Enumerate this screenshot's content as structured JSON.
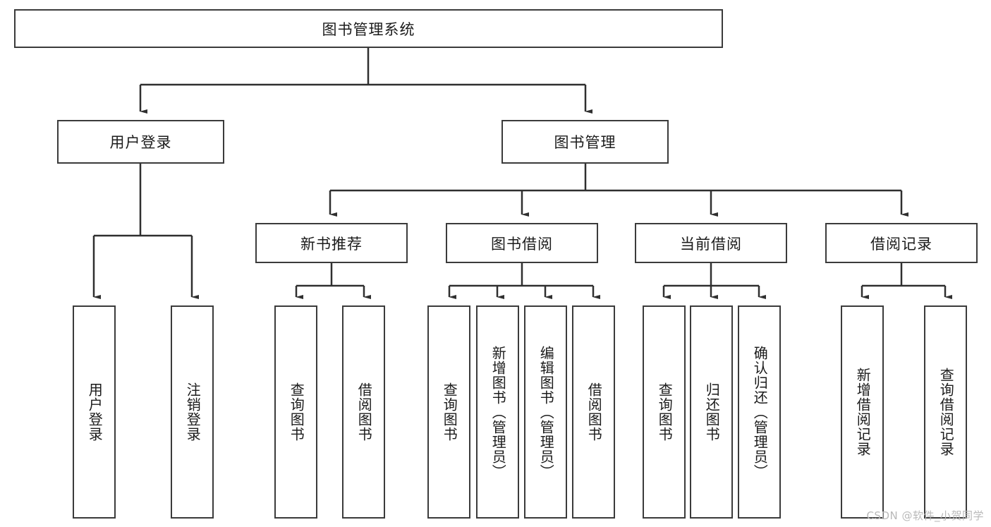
{
  "diagram": {
    "type": "tree",
    "title": "图书管理系统",
    "root": {
      "label": "图书管理系统"
    },
    "level1": [
      {
        "label": "用户登录"
      },
      {
        "label": "图书管理"
      }
    ],
    "level2": [
      {
        "label": "新书推荐"
      },
      {
        "label": "图书借阅"
      },
      {
        "label": "当前借阅"
      },
      {
        "label": "借阅记录"
      }
    ],
    "leaves": {
      "user_login": [
        {
          "label": "用户登录"
        },
        {
          "label": "注销登录"
        }
      ],
      "new_book_recommend": [
        {
          "label": "查询图书"
        },
        {
          "label": "借阅图书"
        }
      ],
      "book_borrow": [
        {
          "label": "查询图书"
        },
        {
          "label": "新增图书（管理员）"
        },
        {
          "label": "编辑图书（管理员）"
        },
        {
          "label": "借阅图书"
        }
      ],
      "current_borrow": [
        {
          "label": "查询图书"
        },
        {
          "label": "归还图书"
        },
        {
          "label": "确认归还（管理员）"
        }
      ],
      "borrow_record": [
        {
          "label": "新增借阅记录"
        },
        {
          "label": "查询借阅记录"
        }
      ]
    }
  },
  "watermark": {
    "text": "CSDN @软件_小贺同学"
  },
  "colors": {
    "background": "#ffffff",
    "box_border": "#3b3b3b",
    "box_fill": "#ffffff",
    "text": "#1b1b1b",
    "edge": "#2f2f2f",
    "watermark": "#b9b9b9"
  }
}
